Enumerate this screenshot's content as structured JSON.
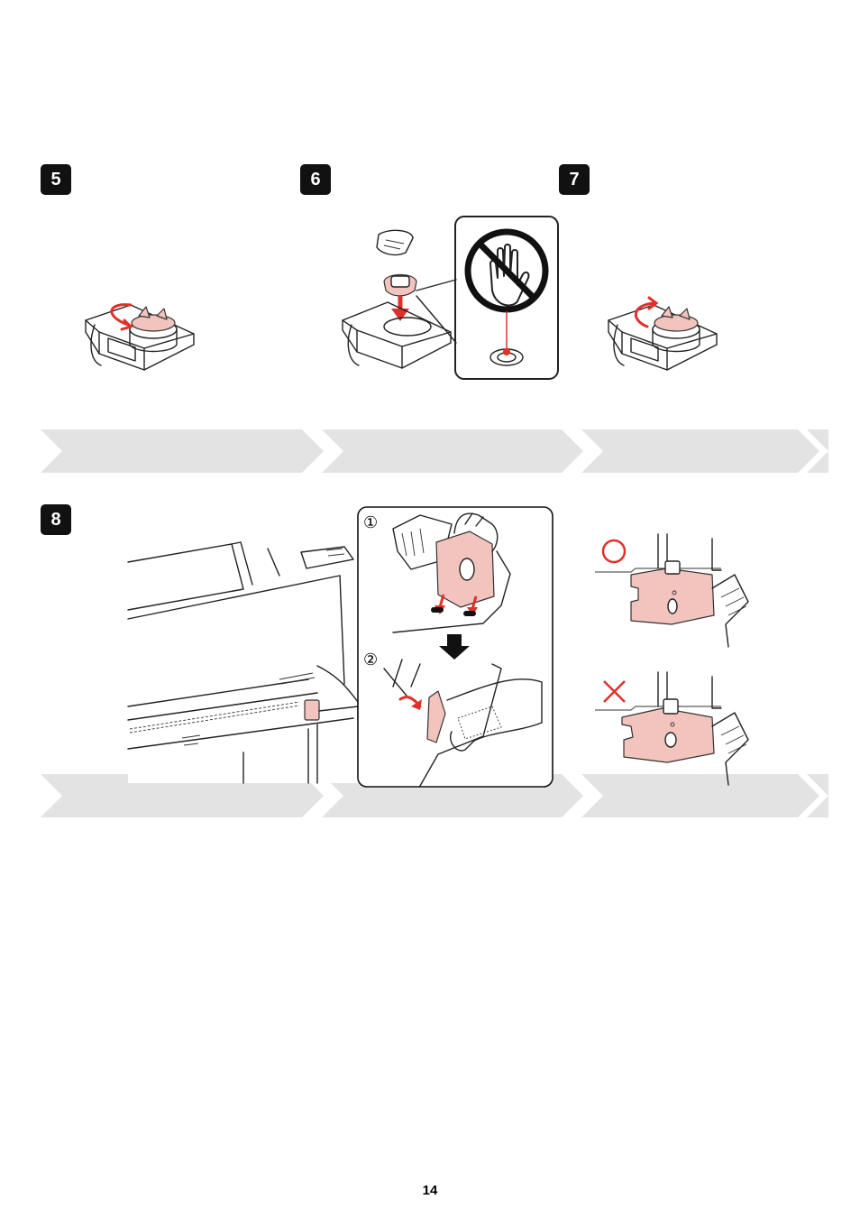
{
  "steps": [
    {
      "number": "5"
    },
    {
      "number": "6"
    },
    {
      "number": "7"
    },
    {
      "number": "8"
    }
  ],
  "substeps": {
    "first": "①",
    "second": "②"
  },
  "page_number": "14",
  "colors": {
    "accent_red": "#e0302a",
    "part_pink": "#f2c4bd",
    "band_gray": "#e3e3e3",
    "badge_black": "#111111"
  },
  "icons": {
    "rotate": "curved-arrow-icon",
    "prohibit": "no-touch-hand-icon",
    "correct": "circle-correct-icon",
    "incorrect": "cross-incorrect-icon",
    "next": "down-arrow-icon"
  }
}
